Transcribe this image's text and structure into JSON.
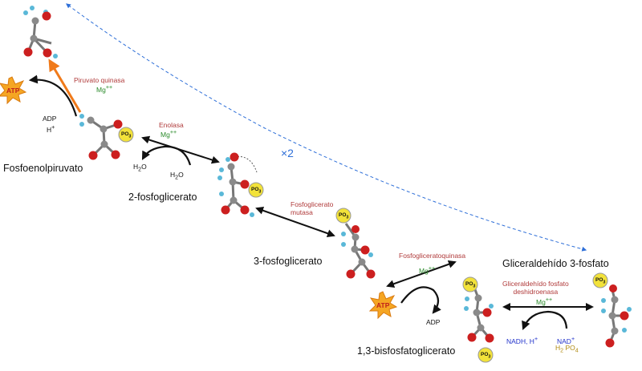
{
  "compounds": {
    "fosfoenolpiruvato": "Fosfoenolpiruvato",
    "dosfosfoglicerato": "2-fosfoglicerato",
    "tresfosfoglicerato": "3-fosfoglicerato",
    "bisfosfoglicerato": "1,3-bisfosfatoglicerato",
    "gliceraldehido": "Gliceraldehído 3-fosfato"
  },
  "enzymes": {
    "piruvato_quinasa": "Piruvato quinasa",
    "enolasa": "Enolasa",
    "fosfoglicerato_mutasa_1": "Fosfoglicerato",
    "fosfoglicerato_mutasa_2": "mutasa",
    "fosfogliceratoquinasa": "Fosfogliceratoquinasa",
    "g3p_deshidrogenasa_1": "Gliceraldehído fosfato",
    "g3p_deshidrogenasa_2": "deshidroenasa"
  },
  "cofactors": {
    "mg": "Mg",
    "mg_sup": "++",
    "atp": "ATP",
    "adp": "ADP",
    "h_plus": "H",
    "plus": "+",
    "water_h": "H",
    "water_sub": "2",
    "water_o": "O",
    "nadh": "NADH, H",
    "nad": "NAD",
    "phosphate_h": "H",
    "phosphate_sub": "2",
    "phosphate_po": "PO",
    "phosphate_sub2": "4",
    "po3": "PO",
    "po3_sub": "3"
  },
  "multiplier": "×2",
  "colors": {
    "oxygen": "#cc1f1f",
    "carbon": "#8a8a8a",
    "hydrogen": "#5ab8d8",
    "phosphate": "#f2e23a",
    "atp_burst": "#f5a623",
    "orange_arrow": "#f07a1a",
    "dashed_arrow": "#2e6fd8",
    "enzyme_text": "#b03a3a",
    "mg_text": "#2a8a2a"
  }
}
